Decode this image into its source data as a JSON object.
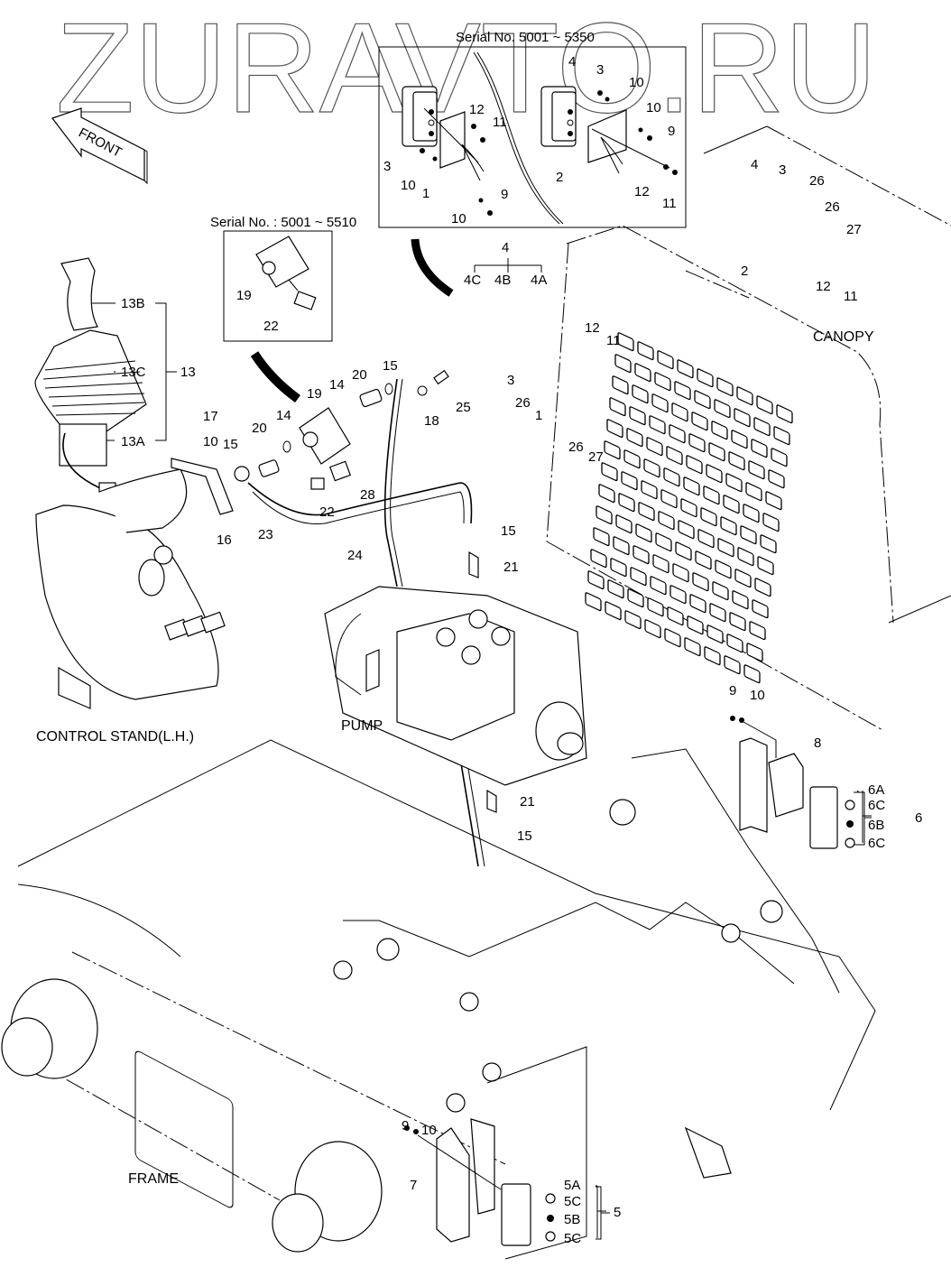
{
  "watermark": "ZURAVTO.RU",
  "front_arrow": "FRONT",
  "inset_boxes": {
    "top": {
      "serial": "Serial No. 5001 ~ 5350"
    },
    "left": {
      "serial": "Serial No. : 5001 ~ 5510"
    }
  },
  "section_captions": {
    "canopy": "CANOPY",
    "control_stand": "CONTROL STAND(L.H.)",
    "pump": "PUMP",
    "frame": "FRAME"
  },
  "callouts": [
    {
      "id": "c1",
      "text": "4"
    },
    {
      "id": "c2",
      "text": "3"
    },
    {
      "id": "c3",
      "text": "10"
    },
    {
      "id": "c4",
      "text": "10"
    },
    {
      "id": "c5",
      "text": "9"
    },
    {
      "id": "c6",
      "text": "2"
    },
    {
      "id": "c7",
      "text": "12"
    },
    {
      "id": "c8",
      "text": "11"
    },
    {
      "id": "c9",
      "text": "12"
    },
    {
      "id": "c10",
      "text": "11"
    },
    {
      "id": "c11",
      "text": "3"
    },
    {
      "id": "c12",
      "text": "10"
    },
    {
      "id": "c13",
      "text": "1"
    },
    {
      "id": "c14",
      "text": "10"
    },
    {
      "id": "c15",
      "text": "9"
    },
    {
      "id": "c16",
      "text": "4"
    },
    {
      "id": "c17",
      "text": "3"
    },
    {
      "id": "c18",
      "text": "26"
    },
    {
      "id": "c19",
      "text": "26"
    },
    {
      "id": "c20",
      "text": "27"
    },
    {
      "id": "c21",
      "text": "2"
    },
    {
      "id": "c22",
      "text": "12"
    },
    {
      "id": "c23",
      "text": "11"
    },
    {
      "id": "c24",
      "text": "19"
    },
    {
      "id": "c25",
      "text": "22"
    },
    {
      "id": "c26",
      "text": "4"
    },
    {
      "id": "c27",
      "text": "4C"
    },
    {
      "id": "c28",
      "text": "4B"
    },
    {
      "id": "c29",
      "text": "4A"
    },
    {
      "id": "c30",
      "text": "12"
    },
    {
      "id": "c31",
      "text": "11"
    },
    {
      "id": "c32",
      "text": "3"
    },
    {
      "id": "c33",
      "text": "26"
    },
    {
      "id": "c34",
      "text": "1"
    },
    {
      "id": "c35",
      "text": "26"
    },
    {
      "id": "c36",
      "text": "27"
    },
    {
      "id": "c37",
      "text": "13B"
    },
    {
      "id": "c38",
      "text": "13C"
    },
    {
      "id": "c39",
      "text": "13"
    },
    {
      "id": "c40",
      "text": "13A"
    },
    {
      "id": "c41",
      "text": "17"
    },
    {
      "id": "c42",
      "text": "10"
    },
    {
      "id": "c43",
      "text": "15"
    },
    {
      "id": "c44",
      "text": "20"
    },
    {
      "id": "c45",
      "text": "14"
    },
    {
      "id": "c46",
      "text": "19"
    },
    {
      "id": "c47",
      "text": "14"
    },
    {
      "id": "c48",
      "text": "20"
    },
    {
      "id": "c49",
      "text": "15"
    },
    {
      "id": "c50",
      "text": "18"
    },
    {
      "id": "c51",
      "text": "25"
    },
    {
      "id": "c52",
      "text": "28"
    },
    {
      "id": "c53",
      "text": "22"
    },
    {
      "id": "c54",
      "text": "16"
    },
    {
      "id": "c55",
      "text": "23"
    },
    {
      "id": "c56",
      "text": "24"
    },
    {
      "id": "c57",
      "text": "15"
    },
    {
      "id": "c58",
      "text": "21"
    },
    {
      "id": "c59",
      "text": "21"
    },
    {
      "id": "c60",
      "text": "15"
    },
    {
      "id": "c61",
      "text": "9"
    },
    {
      "id": "c62",
      "text": "10"
    },
    {
      "id": "c63",
      "text": "8"
    },
    {
      "id": "c64",
      "text": "6A"
    },
    {
      "id": "c65",
      "text": "6C"
    },
    {
      "id": "c66",
      "text": "6B"
    },
    {
      "id": "c67",
      "text": "6C"
    },
    {
      "id": "c68",
      "text": "6"
    },
    {
      "id": "c69",
      "text": "9"
    },
    {
      "id": "c70",
      "text": "10"
    },
    {
      "id": "c71",
      "text": "7"
    },
    {
      "id": "c72",
      "text": "5A"
    },
    {
      "id": "c73",
      "text": "5C"
    },
    {
      "id": "c74",
      "text": "5B"
    },
    {
      "id": "c75",
      "text": "5C"
    },
    {
      "id": "c76",
      "text": "5"
    }
  ]
}
